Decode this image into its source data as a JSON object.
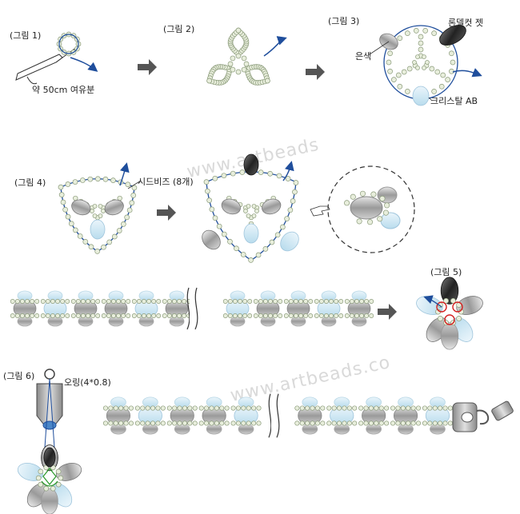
{
  "figures": {
    "fig1": "(그림 1)",
    "fig2": "(그림 2)",
    "fig3": "(그림 3)",
    "fig4": "(그림 4)",
    "fig5": "(그림 5)",
    "fig6": "(그림 6)"
  },
  "notes": {
    "thread_length": "약 50cm 여유분",
    "silver": "은색",
    "rondelle_jet": "론델컷 젯",
    "crystal_ab": "크리스탈 AB",
    "seed_beads": "시드비즈 (8개)",
    "o_ring": "오링(4*0.8)"
  },
  "watermarks": {
    "mid": "www.artbeads",
    "bottom": "www.artbeads.co"
  },
  "colors": {
    "thread": "#1f4e9c",
    "seed_bead": "#e8eedc",
    "silver_bead": "#a8a8a8",
    "jet_bead": "#333333",
    "crystal_bead": "#cfe6f2",
    "arrow": "#555555",
    "ring": "#d42020"
  }
}
